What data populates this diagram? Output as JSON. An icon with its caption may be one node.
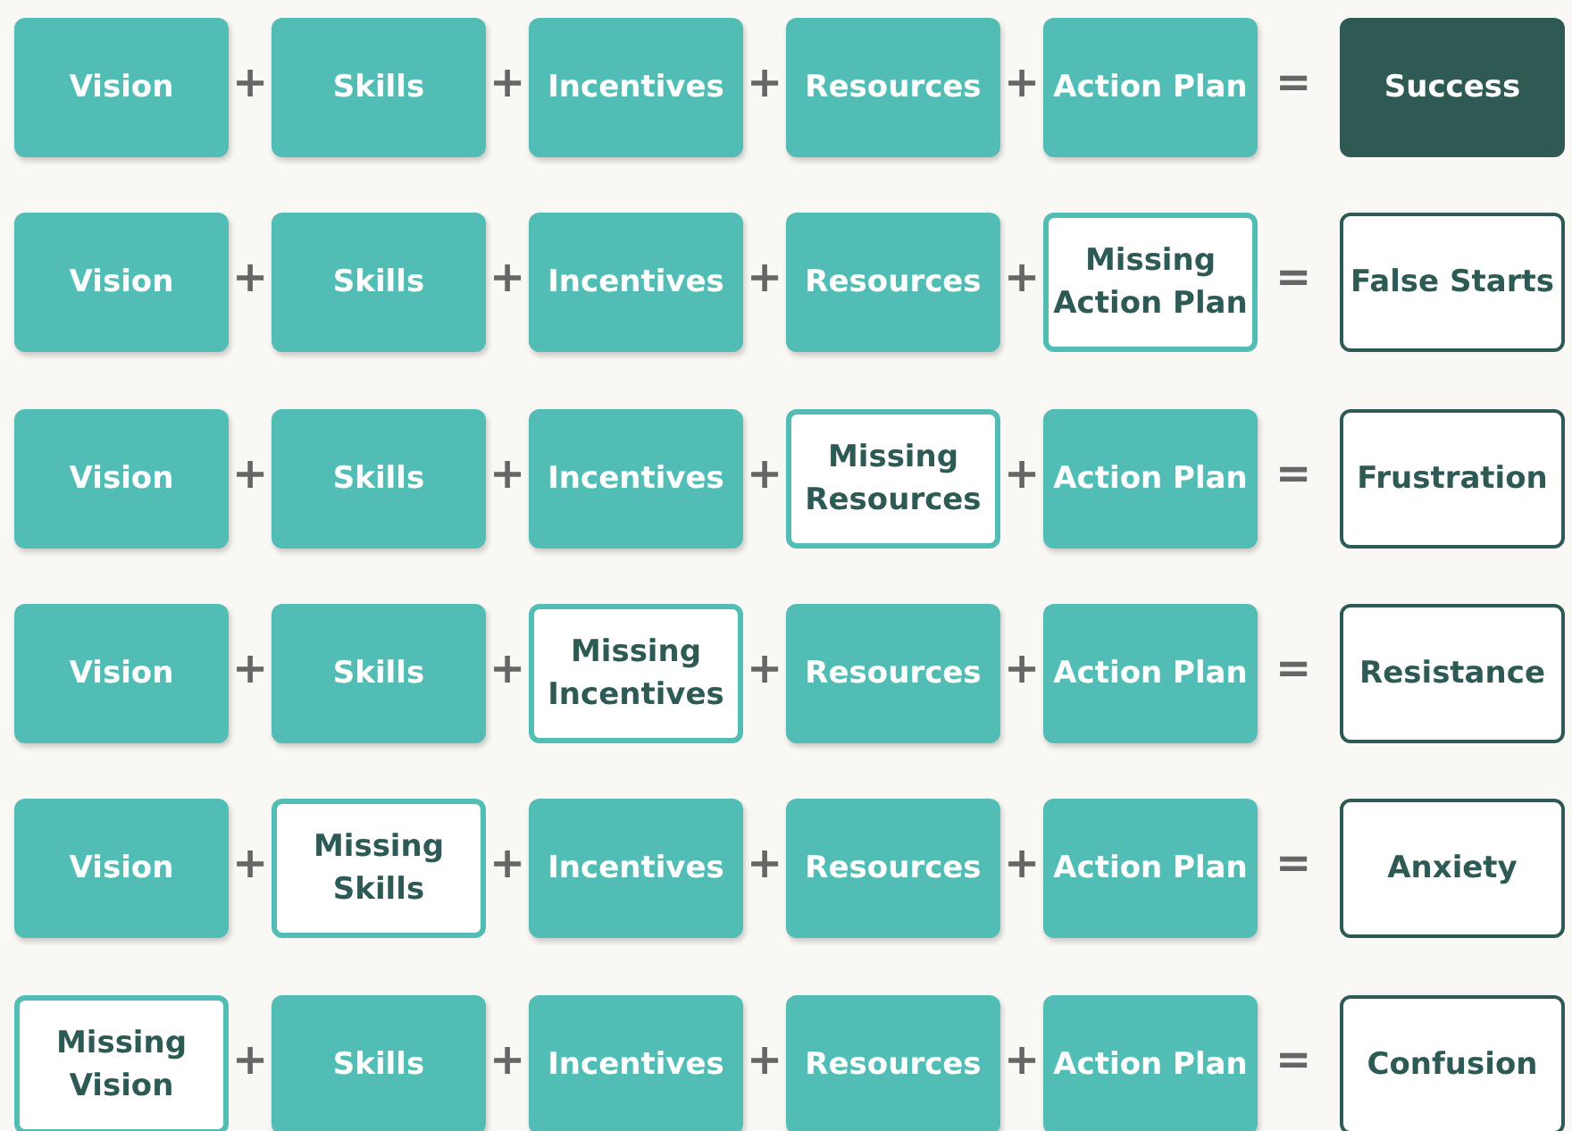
{
  "diagram": {
    "nodes": [
      {
        "text": [
          "Vision"
        ]
      },
      {
        "text": [
          "Skills"
        ]
      },
      {
        "text": [
          "Incentives"
        ]
      },
      {
        "text": [
          "Resources"
        ]
      },
      {
        "text": [
          "Action Plan"
        ]
      },
      {
        "text": [
          "Success"
        ]
      },
      {
        "text": [
          "Vision"
        ]
      },
      {
        "text": [
          "Skills"
        ]
      },
      {
        "text": [
          "Incentives"
        ]
      },
      {
        "text": [
          "Resources"
        ]
      },
      {
        "text": [
          "Missing Action Plan"
        ]
      },
      {
        "text": [
          "False Starts"
        ]
      },
      {
        "text": [
          "Vision"
        ]
      },
      {
        "text": [
          "Skills"
        ]
      },
      {
        "text": [
          "Incentives"
        ]
      },
      {
        "text": [
          "Missing Resources"
        ]
      },
      {
        "text": [
          "Action Plan"
        ]
      },
      {
        "text": [
          "Frustration"
        ]
      },
      {
        "text": [
          "Vision"
        ]
      },
      {
        "text": [
          "Skills"
        ]
      },
      {
        "text": [
          "Missing Incentives"
        ]
      },
      {
        "text": [
          "Resources"
        ]
      },
      {
        "text": [
          "Action Plan"
        ]
      },
      {
        "text": [
          "Resistance"
        ]
      },
      {
        "text": [
          "Vision"
        ]
      },
      {
        "text": [
          "Missing Skills"
        ]
      },
      {
        "text": [
          "Incentives"
        ]
      },
      {
        "text": [
          "Resources"
        ]
      },
      {
        "text": [
          "Action Plan"
        ]
      },
      {
        "text": [
          "Anxiety"
        ]
      },
      {
        "text": [
          "Missing Vision"
        ]
      },
      {
        "text": [
          "Skills"
        ]
      },
      {
        "text": [
          "Incentives"
        ]
      },
      {
        "text": [
          "Resources"
        ]
      },
      {
        "text": [
          "Action Plan"
        ]
      },
      {
        "text": [
          "Confusion"
        ]
      }
    ],
    "labels": [
      "+",
      "+",
      "+",
      "+",
      "=",
      "+",
      "+",
      "+",
      "+",
      "=",
      "+",
      "+",
      "+",
      "+",
      "=",
      "+",
      "+",
      "+",
      "+",
      "=",
      "+",
      "+",
      "+",
      "+",
      "=",
      "+",
      "+",
      "+",
      "+",
      "="
    ]
  }
}
